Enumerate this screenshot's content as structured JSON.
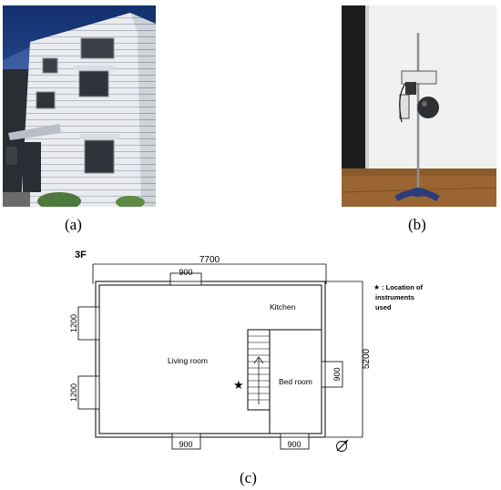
{
  "captions": {
    "a": "(a)",
    "b": "(b)",
    "c": "(c)"
  },
  "plan": {
    "floor_label": "3F",
    "overall_width": "7700",
    "overall_depth": "5200",
    "window_top": "900",
    "window_left_upper": "1200",
    "window_left_lower": "1200",
    "window_right": "900",
    "window_bottom_left": "900",
    "window_bottom_right": "900",
    "rooms": {
      "kitchen": "Kitchen",
      "living": "Living room",
      "bed": "Bed room"
    },
    "legend": {
      "symbol": "★",
      "line1": ": Location of",
      "line2": "instruments",
      "line3": "used"
    },
    "marker_symbol": "★"
  },
  "icons": {
    "north_arrow": "compass-north-icon"
  }
}
